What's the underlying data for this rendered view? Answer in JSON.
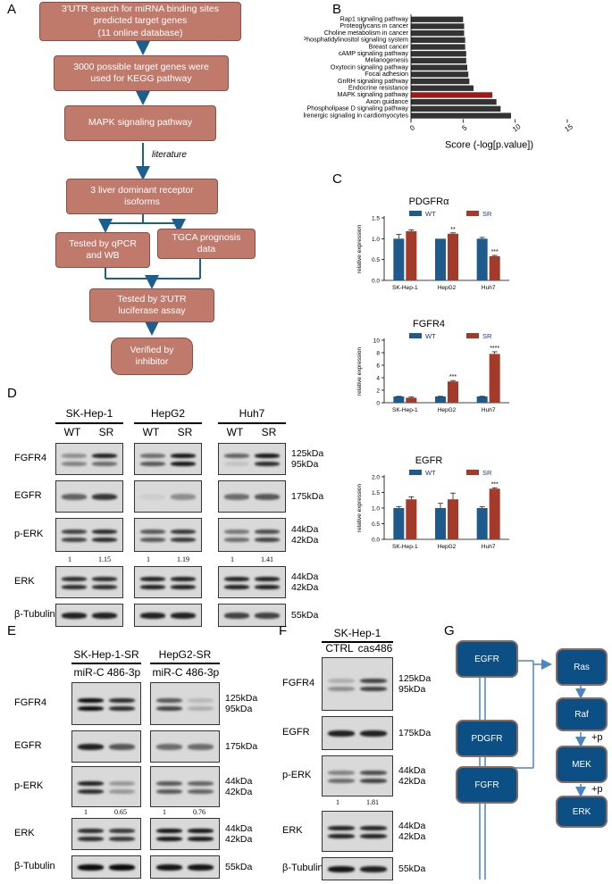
{
  "panel_labels": {
    "A": "A",
    "B": "B",
    "C": "C",
    "D": "D",
    "E": "E",
    "F": "F",
    "G": "G"
  },
  "flowchart": {
    "box1": "3'UTR search for miRNA binding sites\npredicted target genes\n(11 online database)",
    "box2": "3000 possible target genes were\nused for KEGG pathway",
    "box3": "MAPK signaling pathway",
    "literature": "literature",
    "box4": "3 liver dominant receptor\nisoforms",
    "box5": "Tested by qPCR\nand WB",
    "box6": "TGCA prognosis\ndata",
    "box7": "Tested by 3'UTR\nluciferase assay",
    "box8": "Verified by\ninhibitor"
  },
  "chart_data": [
    {
      "type": "bar",
      "orientation": "horizontal",
      "categories": [
        "Rap1 signaling pathway",
        "Proteoglycans in cancer",
        "Choline metabolism in cancer",
        "Phosphatidylinositol signaling system",
        "Breast cancer",
        "cAMP signaling pathway",
        "Melanogenesis",
        "Oxytocin signaling pathway",
        "Focal adhesion",
        "GnRH signaling pathway",
        "Endocrine resistance",
        "MAPK signaling pathway",
        "Axon guidance",
        "Phospholipase D signaling pathway",
        "Adrenergic signaling in cardiomyocytes"
      ],
      "values": [
        5.0,
        5.1,
        5.1,
        5.2,
        5.2,
        5.3,
        5.3,
        5.4,
        5.5,
        5.6,
        6.0,
        7.8,
        8.2,
        8.6,
        9.6
      ],
      "highlight": "MAPK signaling pathway",
      "xlabel": "Score (-log[p.value])",
      "xlim": [
        0,
        15
      ],
      "xticks": [
        "0",
        "5",
        "10",
        "15"
      ],
      "colors": {
        "bar": "#333333",
        "highlight": "#a01818"
      }
    },
    {
      "type": "bar",
      "title": "PDGFRα",
      "categories": [
        "SK-Hep-1",
        "HepG2",
        "Huh7"
      ],
      "series": [
        {
          "name": "WT",
          "values": [
            1.0,
            1.0,
            1.0
          ]
        },
        {
          "name": "SR",
          "values": [
            1.18,
            1.12,
            0.58
          ]
        }
      ],
      "errors": [
        [
          0.1,
          0.0,
          0.03
        ],
        [
          0.03,
          0.02,
          0.02
        ]
      ],
      "significance": [
        "",
        "**",
        "***"
      ],
      "ylabel": "relative expression",
      "ylim": [
        0,
        1.5
      ],
      "yticks": [
        "0.0",
        "0.5",
        "1.0",
        "1.5"
      ],
      "colors": {
        "WT": "#1f5a8c",
        "SR": "#a33a2a"
      }
    },
    {
      "type": "bar",
      "title": "FGFR4",
      "categories": [
        "SK-Hep-1",
        "HepG2",
        "Huh7"
      ],
      "series": [
        {
          "name": "WT",
          "values": [
            1.0,
            1.0,
            1.0
          ]
        },
        {
          "name": "SR",
          "values": [
            0.8,
            3.4,
            7.8
          ]
        }
      ],
      "errors": [
        [
          0.02,
          0.02,
          0.02
        ],
        [
          0.1,
          0.15,
          0.35
        ]
      ],
      "significance": [
        "",
        "***",
        "****"
      ],
      "ylabel": "relative expression",
      "ylim": [
        0,
        10
      ],
      "yticks": [
        "0",
        "2",
        "4",
        "6",
        "8",
        "10"
      ],
      "colors": {
        "WT": "#1f5a8c",
        "SR": "#a33a2a"
      }
    },
    {
      "type": "bar",
      "title": "EGFR",
      "categories": [
        "SK-Hep-1",
        "HepG2",
        "Huh7"
      ],
      "series": [
        {
          "name": "WT",
          "values": [
            1.0,
            1.0,
            1.0
          ]
        },
        {
          "name": "SR",
          "values": [
            1.28,
            1.28,
            1.62
          ]
        }
      ],
      "errors": [
        [
          0.05,
          0.15,
          0.04
        ],
        [
          0.08,
          0.2,
          0.03
        ]
      ],
      "significance": [
        "",
        "",
        "***"
      ],
      "ylabel": "relative expression",
      "ylim": [
        0,
        2.0
      ],
      "yticks": [
        "0.0",
        "0.5",
        "1.0",
        "1.5",
        "2.0"
      ],
      "colors": {
        "WT": "#1f5a8c",
        "SR": "#a33a2a"
      }
    }
  ],
  "panel_d": {
    "cells": [
      "SK-Hep-1",
      "HepG2",
      "Huh7"
    ],
    "lanes": [
      "WT",
      "SR"
    ],
    "rows": [
      "FGFR4",
      "EGFR",
      "p-ERK",
      "ERK",
      "β-Tubulin"
    ],
    "kda": [
      "125kDa\n95kDa",
      "175kDa",
      "44kDa\n42kDa",
      "44kDa\n42kDa",
      "55kDa"
    ],
    "quant": [
      [
        "1",
        "1.15"
      ],
      [
        "1",
        "1.19"
      ],
      [
        "1",
        "1.41"
      ]
    ]
  },
  "panel_e": {
    "cells": [
      "SK-Hep-1-SR",
      "HepG2-SR"
    ],
    "lanes": [
      "miR-C",
      "486-3p"
    ],
    "rows": [
      "FGFR4",
      "EGFR",
      "p-ERK",
      "ERK",
      "β-Tubulin"
    ],
    "kda": [
      "125kDa\n95kDa",
      "175kDa",
      "44kDa\n42kDa",
      "44kDa\n42kDa",
      "55kDa"
    ],
    "quant": [
      [
        "1",
        "0.65"
      ],
      [
        "1",
        "0.76"
      ]
    ]
  },
  "panel_f": {
    "cell": "SK-Hep-1",
    "lanes": [
      "CTRL",
      "cas486"
    ],
    "rows": [
      "FGFR4",
      "EGFR",
      "p-ERK",
      "ERK",
      "β-Tubulin"
    ],
    "kda": [
      "125kDa\n95kDa",
      "175kDa",
      "44kDa\n42kDa",
      "44kDa\n42kDa",
      "55kDa"
    ],
    "quant": [
      "1",
      "1.81"
    ]
  },
  "panel_g": {
    "receptors": [
      "EGFR",
      "PDGFR",
      "FGFR"
    ],
    "cascade": [
      "Ras",
      "Raf",
      "MEK",
      "ERK"
    ],
    "phospho": [
      "+p",
      "+p"
    ]
  }
}
